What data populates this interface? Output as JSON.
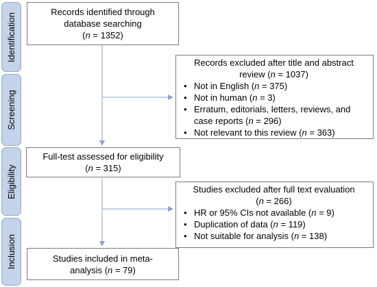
{
  "stages": {
    "identification": "Identification",
    "screening": "Screening",
    "eligibility": "Eligibility",
    "inclusion": "Inclusion"
  },
  "boxes": {
    "identified": {
      "line1": "Records identified through",
      "line2": "database searching",
      "n_prefix": "(",
      "n_var": "n",
      "n_value": " = 1352)"
    },
    "excluded_title": {
      "heading1": "Records excluded after title and abstract",
      "heading2_prefix": "review (",
      "heading2_var": "n",
      "heading2_value": " = 1037)",
      "items": [
        {
          "text": "Not in English (",
          "var": "n",
          "value": " = 375)"
        },
        {
          "text": "Not in human (",
          "var": "n",
          "value": " = 3)"
        },
        {
          "text": "Erratum, editorials, letters, reviews, and case reports (",
          "var": "n",
          "value": " = 296)"
        },
        {
          "text": "Not relevant to this review (",
          "var": "n",
          "value": " = 363)"
        }
      ]
    },
    "fulltext": {
      "line1": "Full-test assessed for eligibility",
      "n_prefix": "(",
      "n_var": "n",
      "n_value": " = 315)"
    },
    "excluded_fulltext": {
      "heading1": "Studies excluded after full text evaluation",
      "n_prefix": "(",
      "n_var": "n",
      "n_value": " = 266)",
      "items": [
        {
          "text": "HR or 95% CIs not available (",
          "var": "n",
          "value": " = 9)"
        },
        {
          "text": "Duplication of data (",
          "var": "n",
          "value": " = 119)"
        },
        {
          "text": "Not suitable for analysis (",
          "var": "n",
          "value": " = 138)"
        }
      ]
    },
    "included": {
      "line1": "Studies included in meta-",
      "line2_prefix": "analysis (",
      "line2_var": "n",
      "line2_value": " = 79)"
    }
  },
  "colors": {
    "stage_fill": "#c5d3ea",
    "connector": "#8fa3c9"
  }
}
